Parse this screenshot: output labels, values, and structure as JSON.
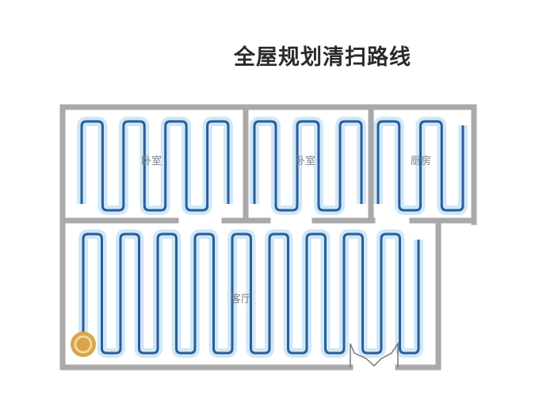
{
  "title": "全屋规划清扫路线",
  "rooms": [
    {
      "name": "卧室"
    },
    {
      "name": "卧室"
    },
    {
      "name": "厨房"
    },
    {
      "name": "客厅"
    }
  ],
  "colors": {
    "wall": "#a9a9a9",
    "route": "#2b5d99",
    "route_glow": "#cfe8f7",
    "robot": "#d9a54a"
  }
}
